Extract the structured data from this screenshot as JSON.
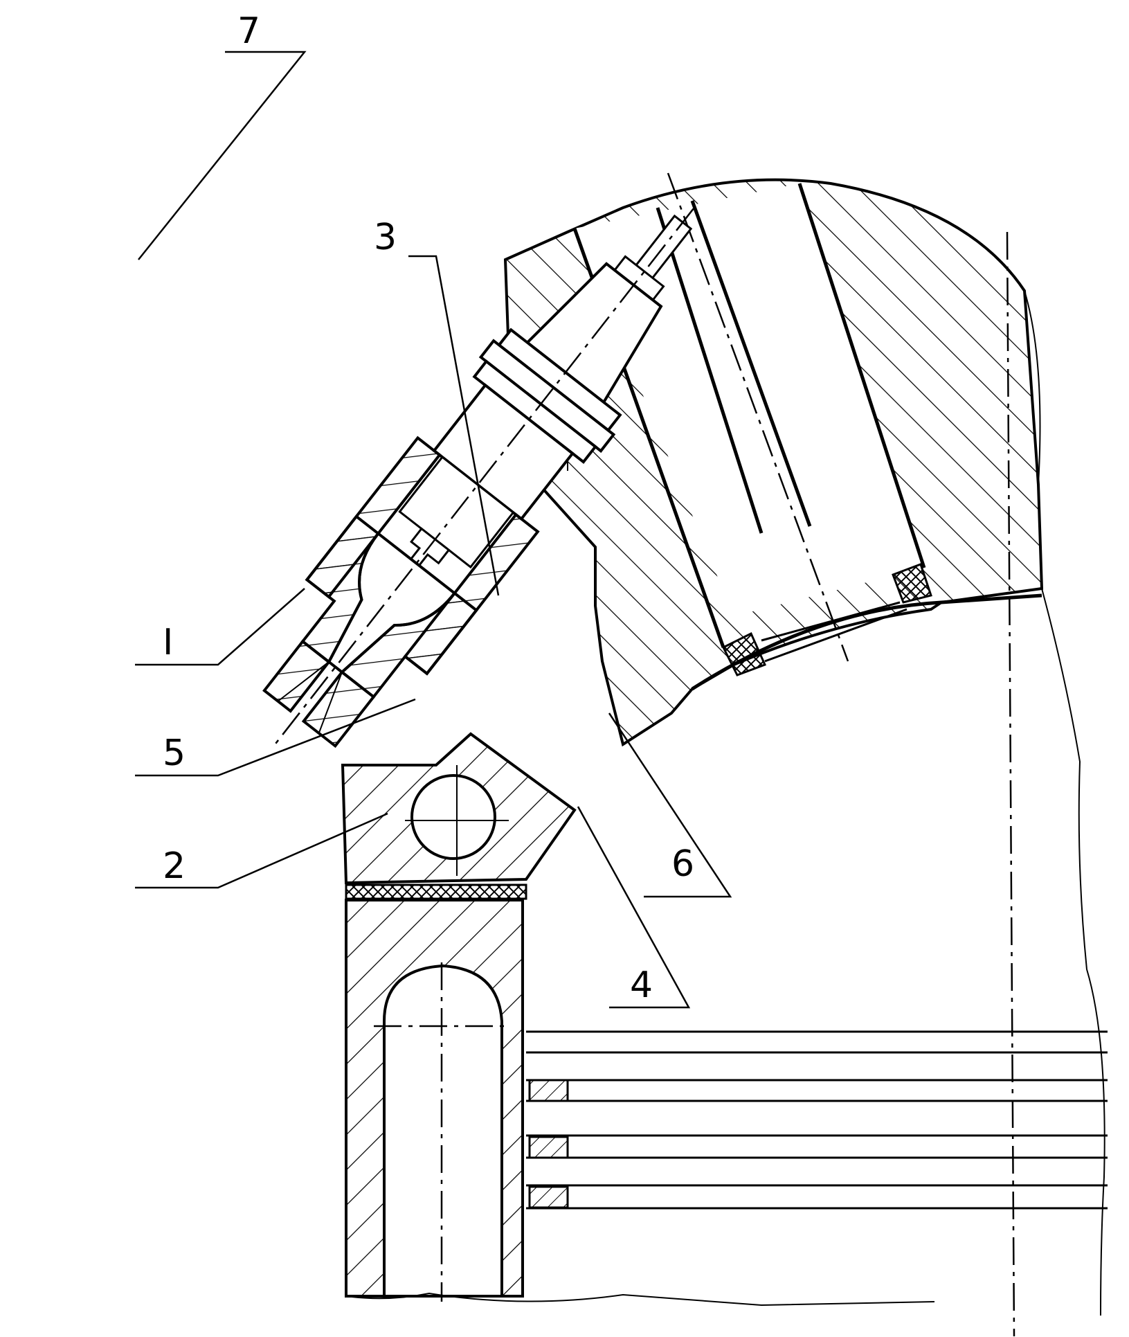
{
  "labels": {
    "l7": "7",
    "l3": "3",
    "lI": "I",
    "l5": "5",
    "l2": "2",
    "l6": "6",
    "l4": "4"
  },
  "colors": {
    "ink": "#000000",
    "paper": "#ffffff"
  }
}
